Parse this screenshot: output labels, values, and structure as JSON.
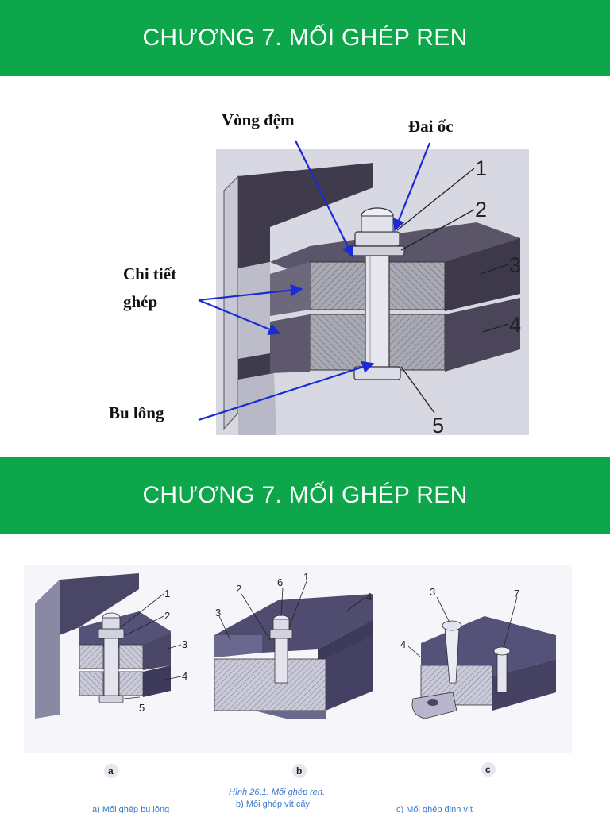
{
  "slides": [
    {
      "title": "CHƯƠNG 7. MỐI GHÉP REN",
      "labels": {
        "washer": "Vòng đệm",
        "nut": "Đai ốc",
        "parts_line1": "Chi tiết",
        "parts_line2": "ghép",
        "bolt": "Bu lông"
      },
      "numbers": [
        "1",
        "2",
        "3",
        "4",
        "5"
      ]
    },
    {
      "title": "CHƯƠNG 7. MỐI GHÉP REN",
      "figure": {
        "a_numbers": [
          "1",
          "2",
          "3",
          "4",
          "5"
        ],
        "b_numbers": [
          "6",
          "1",
          "2",
          "4",
          "3"
        ],
        "c_numbers": [
          "3",
          "7",
          "4"
        ],
        "letters": [
          "a",
          "b",
          "c"
        ],
        "caption_title": "Hình 26.1. Mối ghép ren.",
        "caption_a": "a) Mối ghép bu lông",
        "caption_b": "b) Mối ghép vít cấy",
        "caption_c": "c) Mối ghép đinh vít"
      }
    }
  ]
}
